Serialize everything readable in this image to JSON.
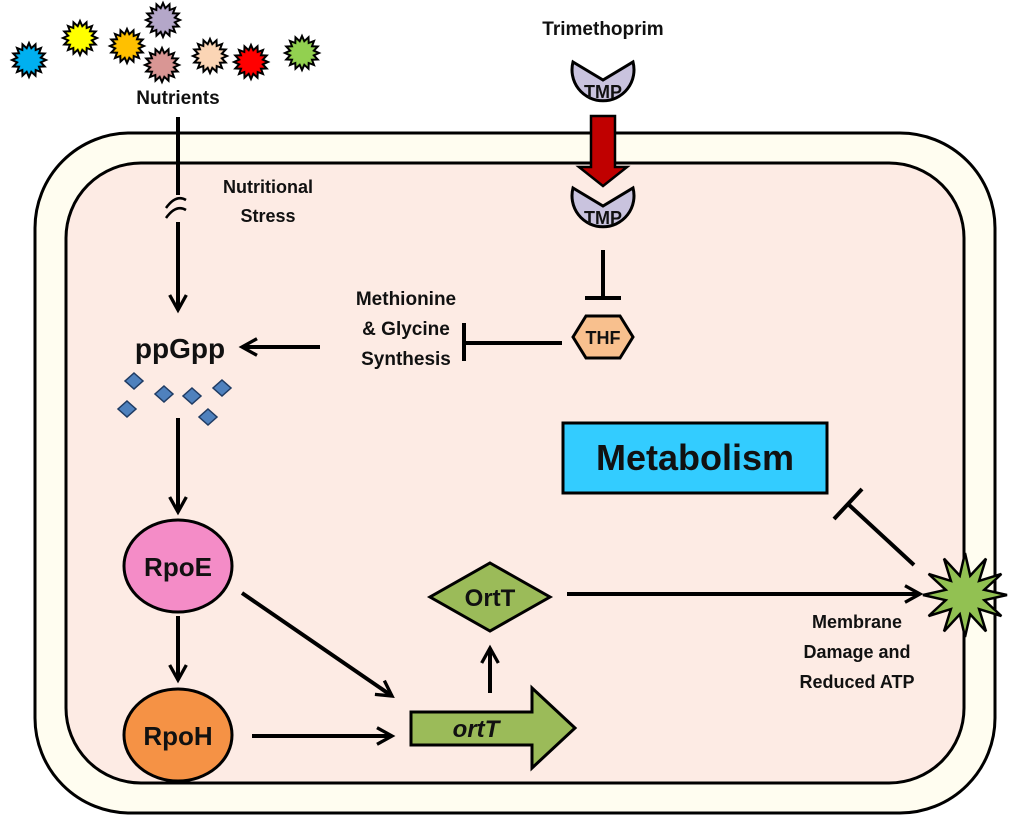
{
  "title": "Trimethoprim-induced OrtT pathway diagram",
  "colors": {
    "outer_membrane": "#fffdf0",
    "cytoplasm": "#fdebe4",
    "tmp": "#c9c3de",
    "thf": "#f8c08e",
    "ppgpp": "#4f81bd",
    "rpoe": "#f48cc7",
    "rpoh": "#f59245",
    "ortt": "#9bbb59",
    "metabolism": "#33ccff",
    "tmp_arrow": "#c00000",
    "damage": "#92c152"
  },
  "nutrients": {
    "label": "Nutrients",
    "colors": [
      "#00b0f0",
      "#ffff00",
      "#ffc000",
      "#b4a7c9",
      "#d99694",
      "#fbd5b5",
      "#ff0000",
      "#92d050"
    ]
  },
  "trimethoprim": {
    "label": "Trimethoprim",
    "outside": "TMP",
    "inside": "TMP"
  },
  "nutritional_stress": {
    "line1": "Nutritional",
    "line2": "Stress"
  },
  "thf": "THF",
  "methionine": {
    "line1": "Methionine",
    "line2": "& Glycine",
    "line3": "Synthesis"
  },
  "ppgpp": "ppGpp",
  "rpoe": "RpoE",
  "rpoh": "RpoH",
  "ortt_protein": "OrtT",
  "ortt_gene": "ortT",
  "metabolism": "Metabolism",
  "damage": {
    "line1": "Membrane",
    "line2": "Damage and",
    "line3": "Reduced ATP"
  }
}
